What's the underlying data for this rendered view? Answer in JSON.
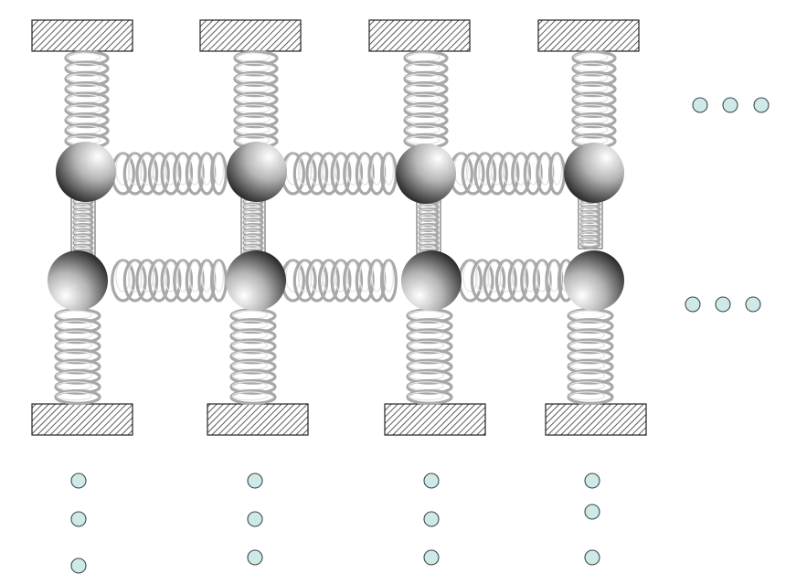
{
  "diagram": {
    "description_free": true,
    "grid": {
      "columns": 4,
      "rows": 2
    },
    "upper_anchor_count": 4,
    "lower_anchor_count": 4,
    "continuation_dot_groups": {
      "right_of_top_row": 3,
      "right_of_bottom_row": 3,
      "below_each_column": 3
    },
    "colors": {
      "spring": "#a8a8a8",
      "mass_light": "#ffffff",
      "mass_dark": "#2a2a2a",
      "dot_fill": "#cfe9e9",
      "wall_stroke": "#222222"
    }
  }
}
